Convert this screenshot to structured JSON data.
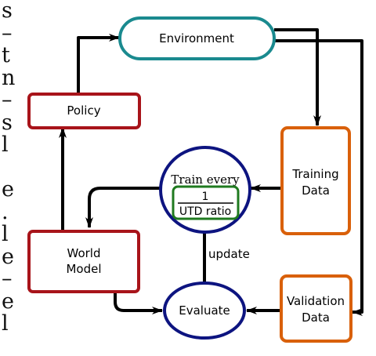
{
  "side_text": [
    "s",
    "–",
    "t",
    "n",
    "–",
    "s",
    "l",
    "",
    "e",
    ".",
    "l",
    "e",
    "–",
    "e",
    "l"
  ],
  "nodes": {
    "environment": "Environment",
    "policy": "Policy",
    "training_data": [
      "Training",
      "Data"
    ],
    "train_every": "Train every",
    "fraction_numerator": "1",
    "fraction_denominator": "UTD ratio",
    "world_model": [
      "World",
      "Model"
    ],
    "evaluate": "Evaluate",
    "validation_data": [
      "Validation",
      "Data"
    ]
  },
  "edge_labels": {
    "update": "update"
  },
  "colors": {
    "environment": "#1a8a8f",
    "policy": "#a8141a",
    "world_model": "#a8141a",
    "data_boxes": "#d9600a",
    "ellipses": "#0d1480",
    "fraction_box": "#1f7a1f",
    "arrows": "#000000"
  }
}
